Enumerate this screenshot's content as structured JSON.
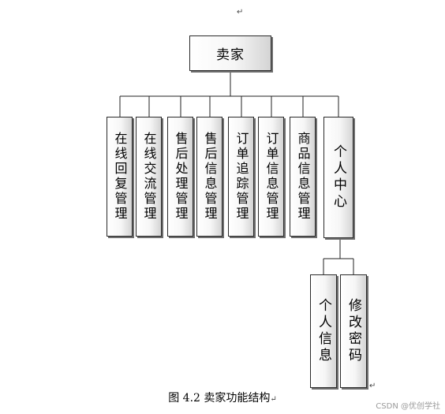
{
  "root": {
    "label": "卖家"
  },
  "modules": [
    {
      "label": "在线回复管理"
    },
    {
      "label": "在线交流管理"
    },
    {
      "label": "售后处理管理"
    },
    {
      "label": "售后信息管理"
    },
    {
      "label": "订单追踪管理"
    },
    {
      "label": "订单信息管理"
    },
    {
      "label": "商品信息管理"
    },
    {
      "label": "个人中心"
    }
  ],
  "submodules": [
    {
      "label": "个人信息"
    },
    {
      "label": "修改密码"
    }
  ],
  "caption": "图 4.2  卖家功能结构",
  "paragraph_mark": "↵",
  "watermark": "CSDN @优创学社"
}
